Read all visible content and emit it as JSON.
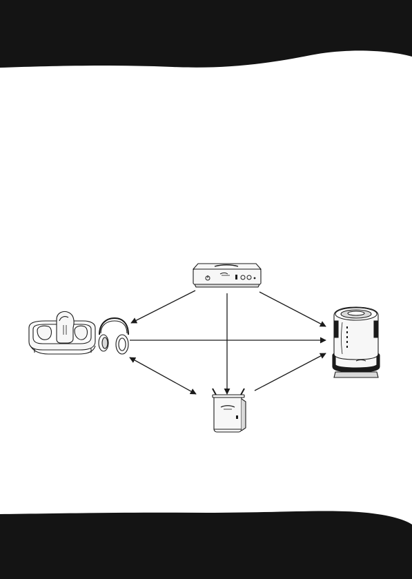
{
  "colors": {
    "band": "#141414",
    "background": "#ffffff",
    "line": "#1a1a1a",
    "device_fill": "#f7f7f7",
    "device_shade": "#d9d9d9"
  },
  "devices": [
    {
      "key": "transmitter",
      "icon": "transmitter-box-icon"
    },
    {
      "key": "headphones",
      "icon": "headphones-with-charging-cradle-icon"
    },
    {
      "key": "speaker",
      "icon": "wireless-speaker-icon"
    },
    {
      "key": "receiver",
      "icon": "antenna-receiver-icon"
    }
  ],
  "links": [
    {
      "from": "transmitter",
      "to": "headphones",
      "direction": "one-way"
    },
    {
      "from": "transmitter",
      "to": "receiver",
      "direction": "one-way"
    },
    {
      "from": "transmitter",
      "to": "speaker",
      "direction": "one-way"
    },
    {
      "from": "headphones",
      "to": "speaker",
      "direction": "one-way"
    },
    {
      "from": "headphones",
      "to": "receiver",
      "direction": "two-way"
    },
    {
      "from": "receiver",
      "to": "speaker",
      "direction": "one-way"
    }
  ]
}
